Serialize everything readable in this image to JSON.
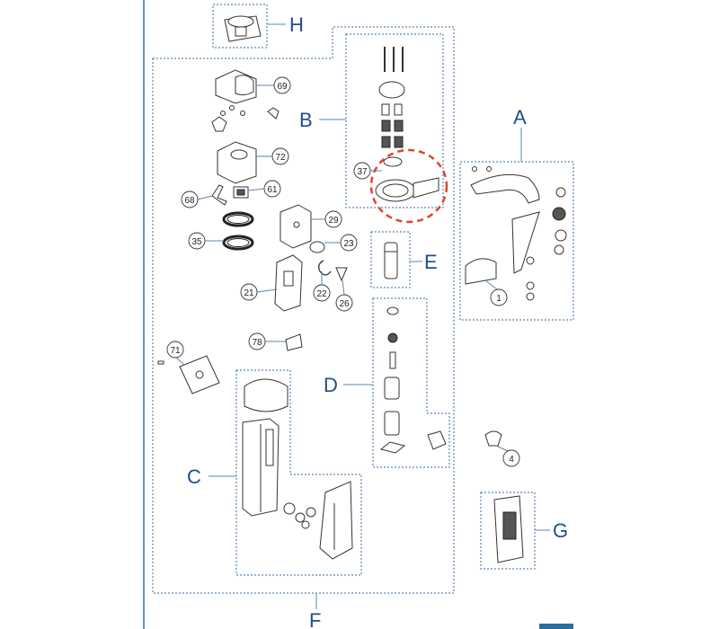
{
  "group_labels": {
    "a": "A",
    "b": "B",
    "c": "C",
    "d": "D",
    "e": "E",
    "f": "F",
    "g": "G",
    "h": "H"
  },
  "callouts": {
    "c1": "1",
    "c4": "4",
    "c21": "21",
    "c22": "22",
    "c23": "23",
    "c26": "26",
    "c29": "29",
    "c35": "35",
    "c37": "37",
    "c61": "61",
    "c68": "68",
    "c69": "69",
    "c71": "71",
    "c72": "72",
    "c78": "78"
  },
  "colors": {
    "border": "#5a87b5",
    "label": "#1f4e8c",
    "highlight": "#e0462a",
    "left_rule": "#3a6ea5",
    "corner_badge": "#2b6f9e"
  }
}
